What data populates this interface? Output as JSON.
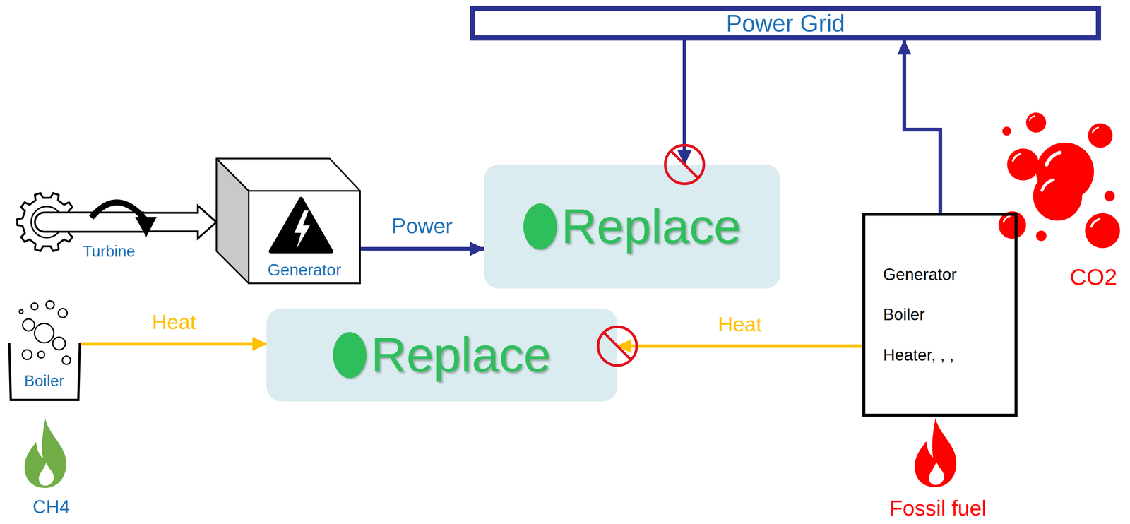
{
  "diagram": {
    "nodes": [
      {
        "text": [
          "Power Grid"
        ]
      },
      {
        "text": [
          "Turbine"
        ]
      },
      {
        "text": [
          "Generator"
        ]
      },
      {
        "text": [
          "Replace"
        ]
      },
      {
        "text": [
          "Boiler"
        ]
      },
      {
        "text": [
          "Replace"
        ]
      },
      {
        "text": [
          "Generator",
          "Boiler",
          "Heater, , ,"
        ]
      }
    ],
    "edges": [
      {
        "from": 1,
        "to": 2,
        "arrow": "to"
      },
      {
        "from": 2,
        "to": 3,
        "label": "Power",
        "arrow": "to"
      },
      {
        "from": 0,
        "to": 3,
        "arrow": "to"
      },
      {
        "from": 6,
        "to": 0,
        "arrow": "to"
      },
      {
        "from": 4,
        "to": 5,
        "label": "Heat",
        "arrow": "to"
      },
      {
        "from": 6,
        "to": 5,
        "label": "Heat",
        "arrow": "to"
      }
    ],
    "labels": [
      "CH4",
      "CO2",
      "Fossil fuel"
    ]
  }
}
